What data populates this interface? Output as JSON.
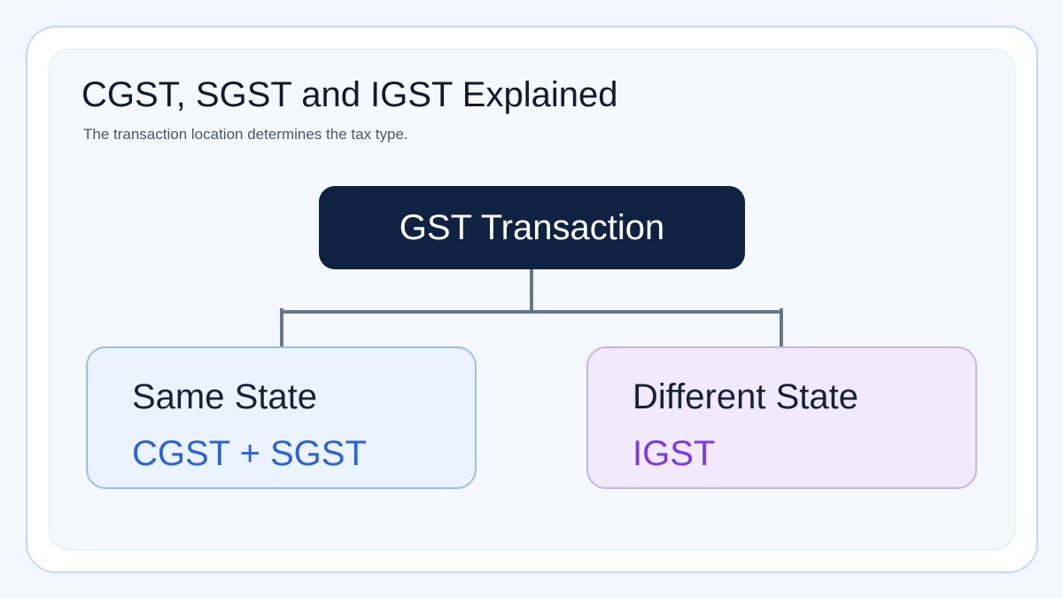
{
  "title": "CGST, SGST and IGST Explained",
  "subtitle": "The transaction location determines the tax type.",
  "root": {
    "label": "GST Transaction"
  },
  "branches": [
    {
      "label": "Same State",
      "tax": "CGST + SGST",
      "tax_color": "#2a63d9"
    },
    {
      "label": "Different State",
      "tax": "IGST",
      "tax_color": "#7a3ae8"
    }
  ],
  "colors": {
    "root_fill": "#102241",
    "connector": "#67768a",
    "left_border": "#95c0ef",
    "left_fill": "#ebf3fe",
    "right_border": "#c5b3f0",
    "right_fill": "#f1eafd"
  }
}
